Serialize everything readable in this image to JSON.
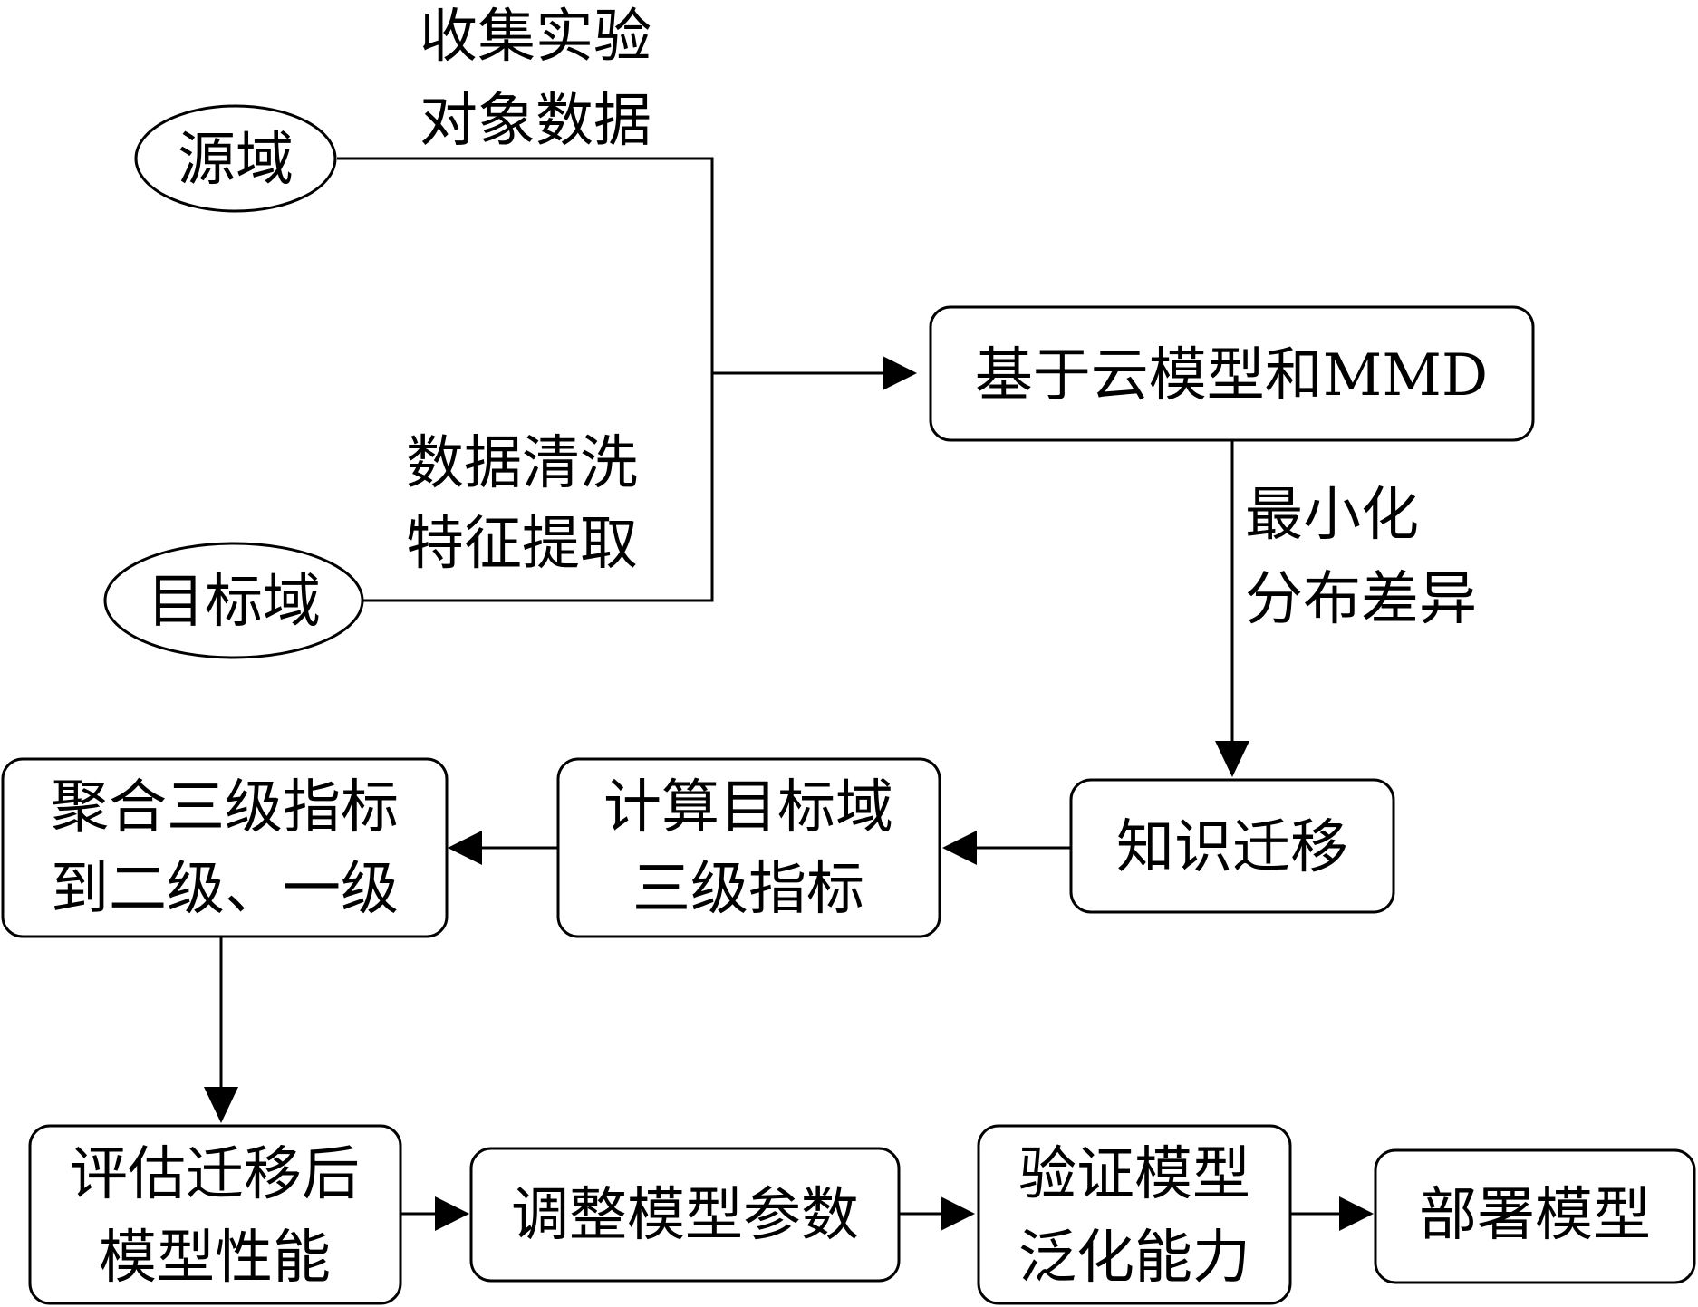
{
  "nodes": {
    "source_domain": "源域",
    "target_domain": "目标域",
    "cloud_mmd": "基于云模型和MMD",
    "knowledge_transfer": "知识迁移",
    "compute_indicators": [
      "计算目标域",
      "三级指标"
    ],
    "aggregate_indicators": [
      "聚合三级指标",
      "到二级、一级"
    ],
    "evaluate_performance": [
      "评估迁移后",
      "模型性能"
    ],
    "adjust_params": "调整模型参数",
    "validate_generalization": [
      "验证模型",
      "泛化能力"
    ],
    "deploy_model": "部署模型"
  },
  "edge_labels": {
    "collect_data": [
      "收集实验",
      "对象数据"
    ],
    "clean_extract": [
      "数据清洗",
      "特征提取"
    ],
    "minimize_diff": [
      "最小化",
      "分布差异"
    ]
  }
}
